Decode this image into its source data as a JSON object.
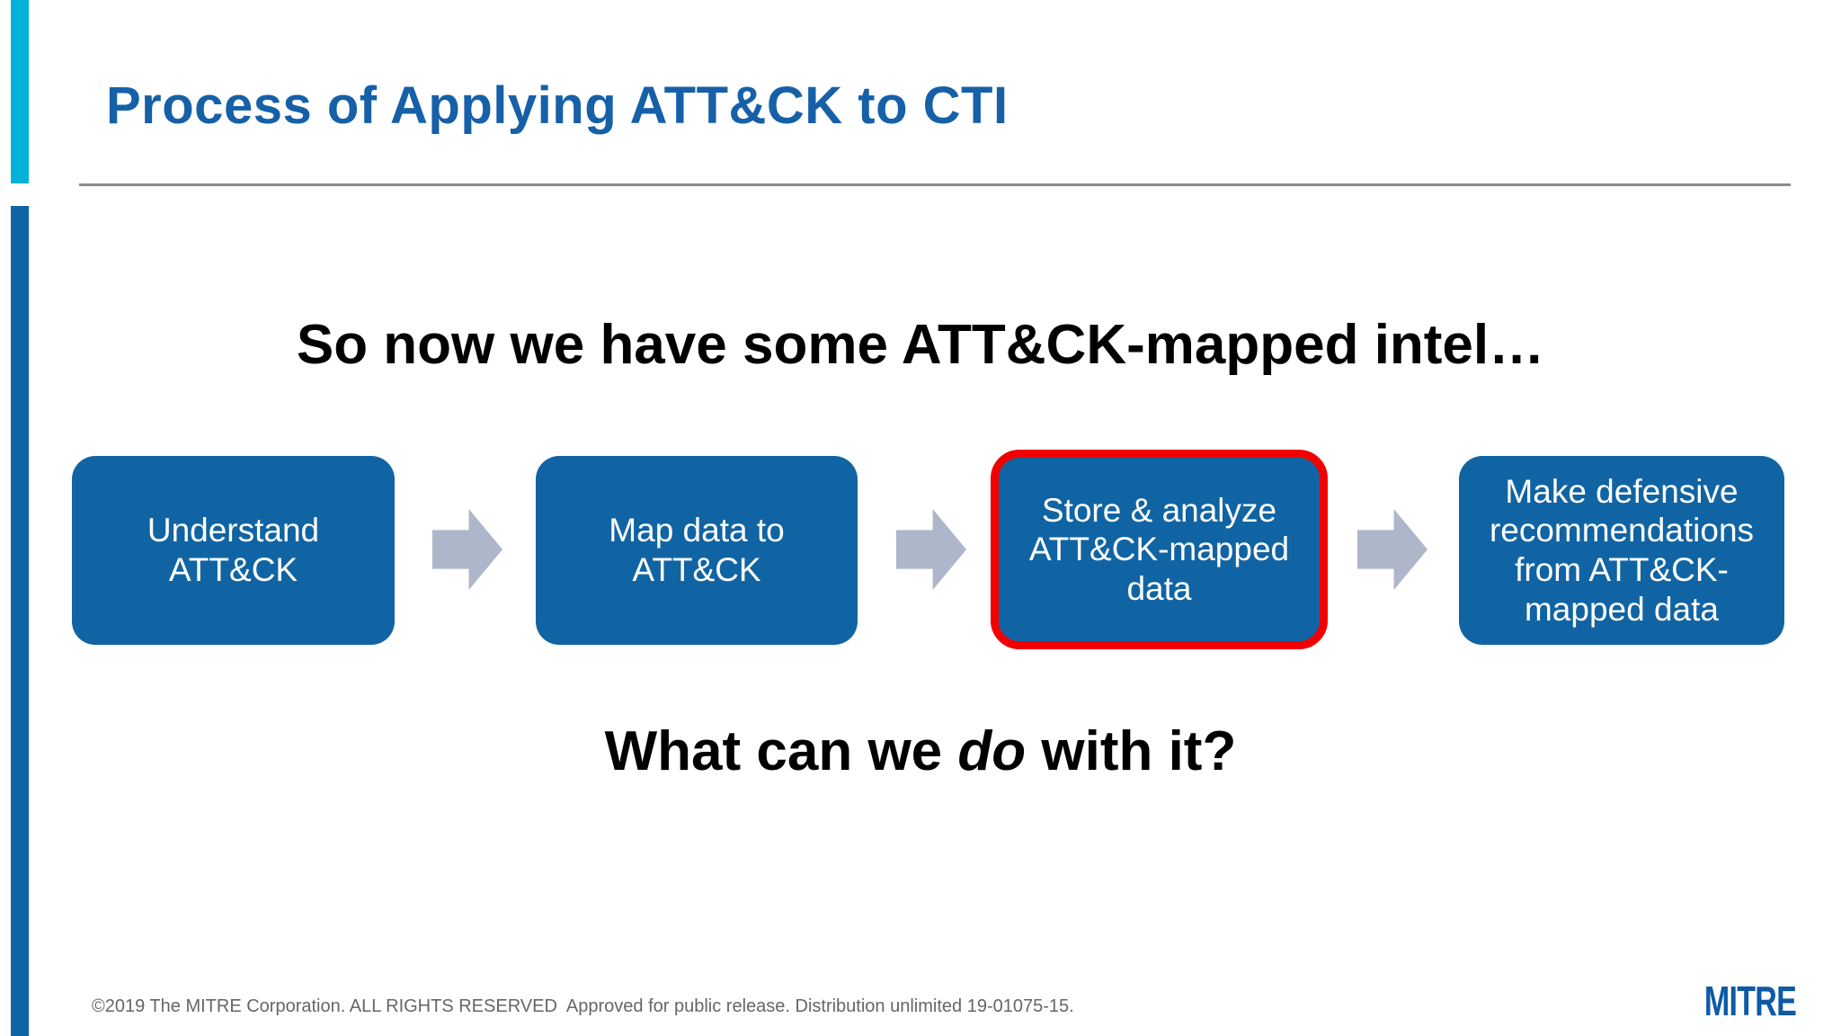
{
  "slide": {
    "title": "Process of Applying ATT&CK to CTI",
    "heading": "So now we have some ATT&CK-mapped intel…",
    "flow": {
      "steps": [
        {
          "label": "Understand\nATT&CK",
          "highlighted": false
        },
        {
          "label": "Map data to\nATT&CK",
          "highlighted": false
        },
        {
          "label": "Store & analyze\nATT&CK-mapped\ndata",
          "highlighted": true
        },
        {
          "label": "Make defensive\nrecommendations\nfrom ATT&CK-\nmapped data",
          "highlighted": false
        }
      ],
      "arrow_icon": "arrow-right-icon"
    },
    "question": {
      "pre": "What can we ",
      "emphasis": "do",
      "post": " with it?"
    },
    "footer": "©2019 The MITRE Corporation. ALL RIGHTS RESERVED  Approved for public release. Distribution unlimited 19-01075-15.",
    "logo": "MITRE"
  },
  "colors": {
    "title-blue": "#1660a8",
    "box-blue": "#1164a3",
    "accent-cyan": "#00b2d8",
    "accent-blue": "#1164a3",
    "arrow-gray": "#aeb6ca",
    "highlight-red": "#f20000",
    "divider-gray": "#8c8c8c",
    "footer-gray": "#666666",
    "logo-blue": "#0d5aa7",
    "text-white": "#ffffff",
    "heading-black": "#000000"
  }
}
